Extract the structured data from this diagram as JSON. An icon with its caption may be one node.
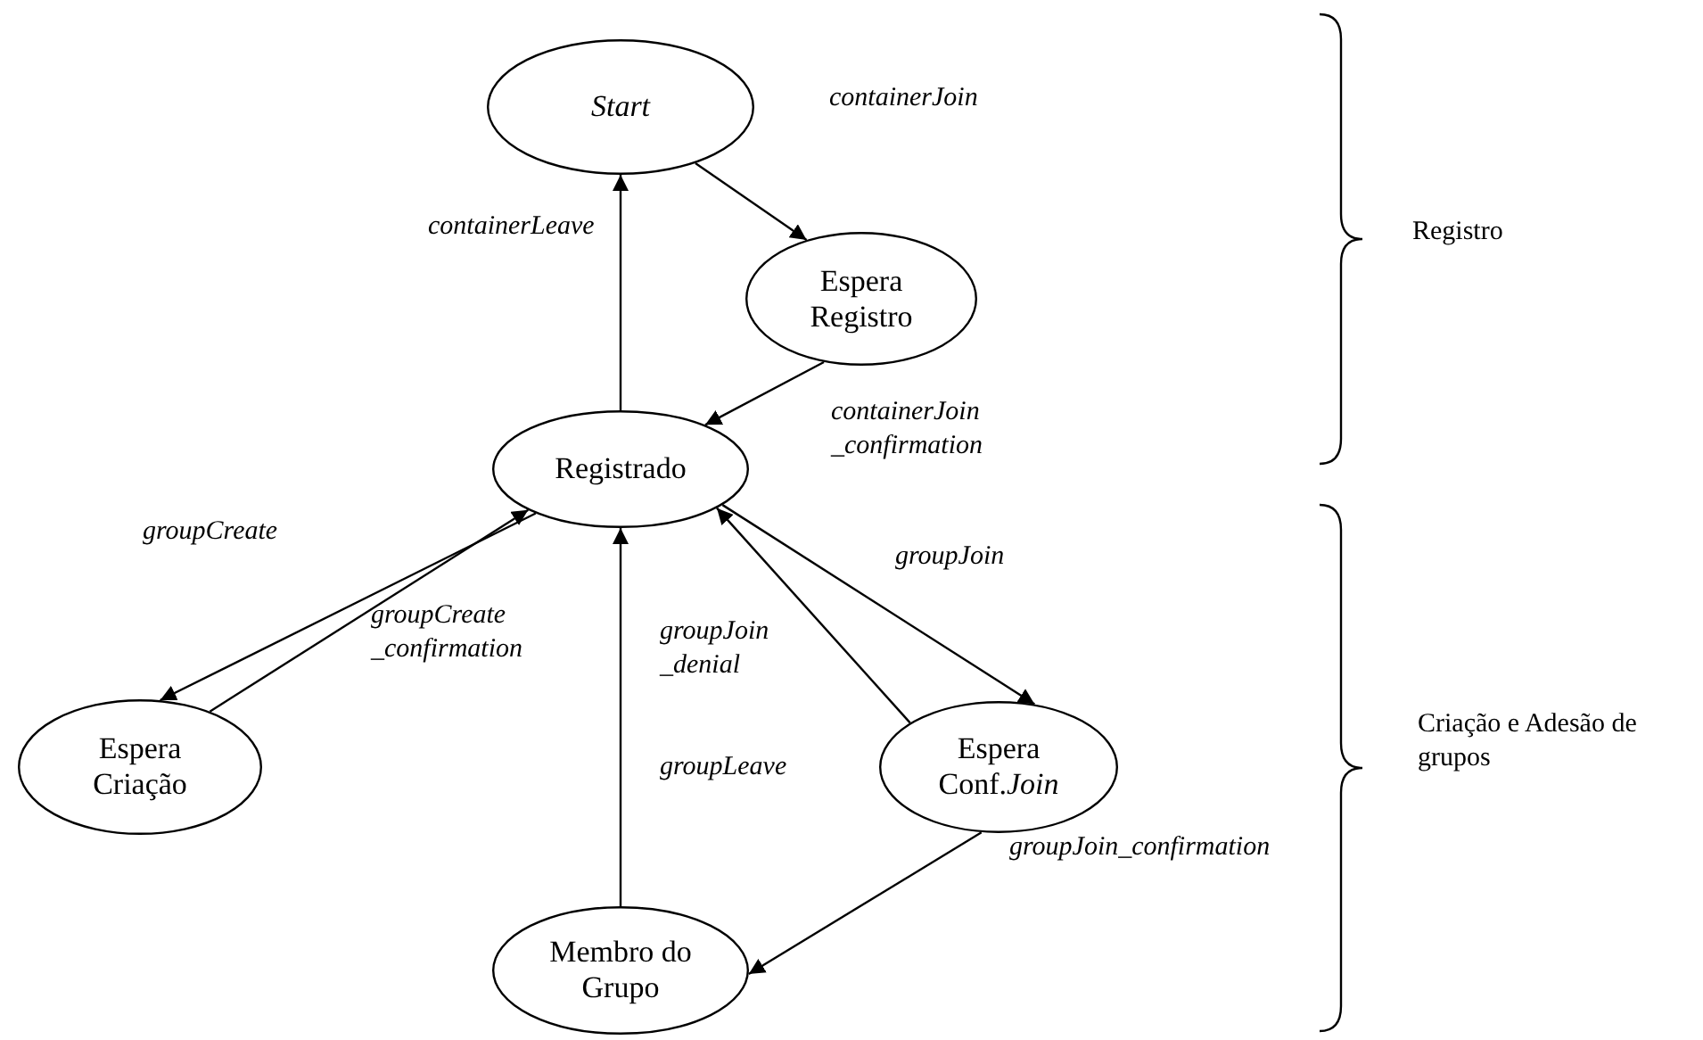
{
  "diagram": {
    "nodes": [
      {
        "text": [
          "Start"
        ]
      },
      {
        "text": [
          "Espera Registro"
        ]
      },
      {
        "text": [
          "Registrado"
        ]
      },
      {
        "text": [
          "Espera Criação"
        ]
      },
      {
        "text": [
          "Espera Conf.*Join*"
        ]
      },
      {
        "text": [
          "Membro do Grupo"
        ]
      }
    ],
    "edges": [
      {
        "from": 0,
        "to": 1,
        "arrow": "to",
        "label": "containerJoin"
      },
      {
        "from": 1,
        "to": 2,
        "arrow": "to",
        "label": "containerJoin _confirmation"
      },
      {
        "from": 2,
        "to": 0,
        "arrow": "to",
        "label": "containerLeave"
      },
      {
        "from": 2,
        "to": 3,
        "arrow": "to",
        "label": "groupCreate"
      },
      {
        "from": 3,
        "to": 2,
        "arrow": "to",
        "label": "groupCreate _confirmation"
      },
      {
        "from": 2,
        "to": 4,
        "arrow": "to",
        "label": "groupJoin"
      },
      {
        "from": 4,
        "to": 2,
        "arrow": "to",
        "label": "groupJoin _denial"
      },
      {
        "from": 4,
        "to": 5,
        "arrow": "to",
        "label": "groupJoin_confirmation"
      },
      {
        "from": 5,
        "to": 2,
        "arrow": "to",
        "label": "groupLeave"
      }
    ],
    "labels": [
      "Registro",
      "Criação e Adesão de grupos"
    ]
  }
}
